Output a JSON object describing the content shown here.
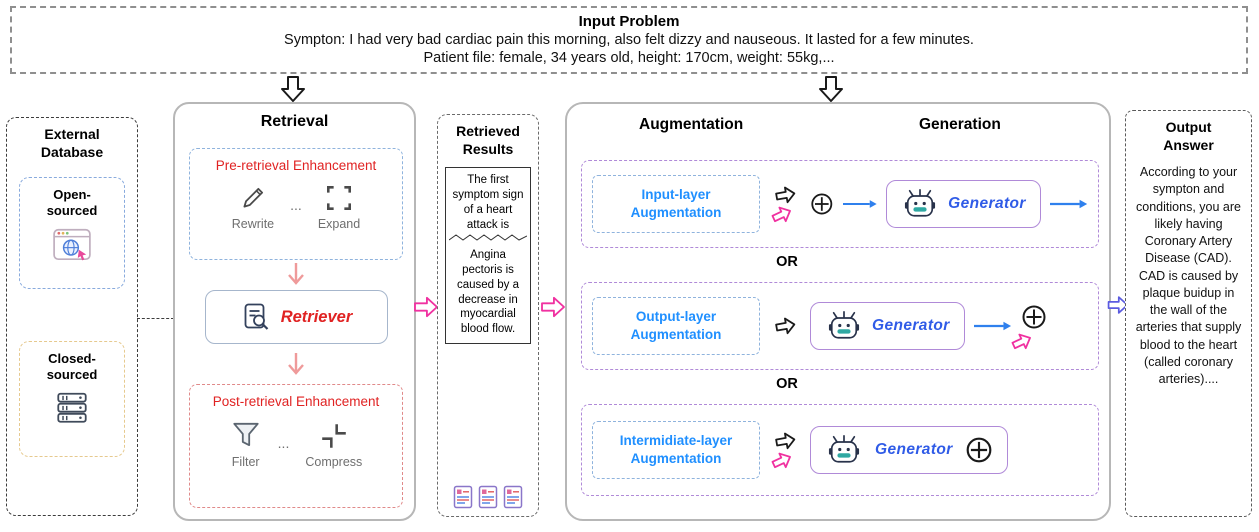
{
  "input_problem": {
    "title": "Input Problem",
    "line1": "Sympton: I had very bad cardiac pain this morning, also felt dizzy and nauseous. It lasted for a few minutes.",
    "line2": "Patient file: female, 34 years old, height: 170cm, weight: 55kg,..."
  },
  "external_database": {
    "title": "External Database",
    "open_label": "Open-sourced",
    "closed_label": "Closed-sourced"
  },
  "retrieval": {
    "title": "Retrieval",
    "dots": "...",
    "pre": {
      "title": "Pre-retrieval Enhancement",
      "rewrite_label": "Rewrite",
      "expand_label": "Expand"
    },
    "retriever_label": "Retriever",
    "post": {
      "title": "Post-retrieval Enhancement",
      "filter_label": "Filter",
      "compress_label": "Compress"
    }
  },
  "retrieved_results": {
    "title": "Retrieved Results",
    "doc_top": "The first symptom sign of a heart attack is",
    "doc_bottom": "Angina pectoris is caused by a decrease in myocardial blood flow."
  },
  "aug_gen": {
    "augmentation_title": "Augmentation",
    "generation_title": "Generation",
    "or_label": "OR",
    "rows": [
      {
        "label": "Input-layer Augmentation",
        "generator": "Generator"
      },
      {
        "label": "Output-layer Augmentation",
        "generator": "Generator"
      },
      {
        "label": "Intermidiate-layer Augmentation",
        "generator": "Generator"
      }
    ]
  },
  "output_answer": {
    "title": "Output Answer",
    "text": "According to your sympton and conditions, you are likely having Coronary Artery Disease (CAD). CAD is caused by plaque buidup in the wall of the arteries that supply blood to the heart (called coronary arteries)...."
  },
  "icons": {
    "rewrite": "pencil-icon",
    "expand": "corner-brackets-icon",
    "retriever": "document-search-icon",
    "filter": "funnel-icon",
    "compress": "collapse-arrows-icon",
    "open_sourced": "browser-globe-icon",
    "closed_sourced": "server-stack-icon",
    "generator": "robot-icon",
    "combine": "circle-plus-icon",
    "flow": "hollow-arrow-icon",
    "documents": "document-stack-icon"
  },
  "colors": {
    "enhancement_red": "#e02222",
    "augmentation_blue": "#1f8fff",
    "generator_blue": "#2f5be7",
    "pink_arrow": "#f031a0",
    "purple_border": "#b08ad8",
    "blue_arrow": "#2f80ed",
    "salmon_arrow": "#ef9a9a"
  }
}
